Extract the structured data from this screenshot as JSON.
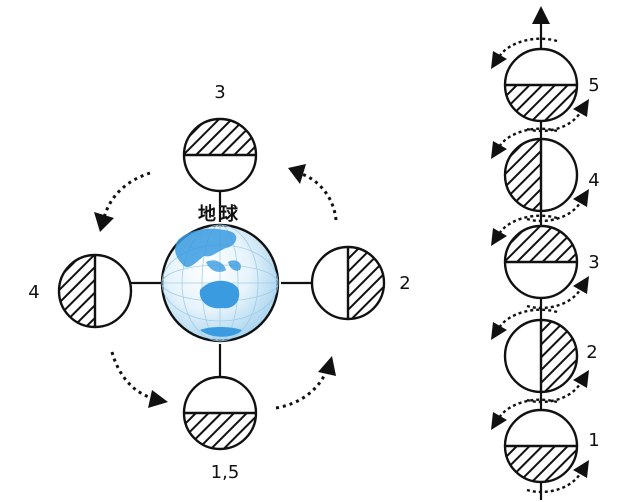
{
  "earth_label": "地球",
  "left_orbit": {
    "moons": [
      {
        "label": "3",
        "shade": "top"
      },
      {
        "label": "2",
        "shade": "right"
      },
      {
        "label": "1,5",
        "shade": "bottom"
      },
      {
        "label": "4",
        "shade": "left"
      }
    ]
  },
  "right_column": {
    "moons": [
      {
        "label": "5",
        "shade": "bottom"
      },
      {
        "label": "4",
        "shade": "left"
      },
      {
        "label": "3",
        "shade": "top"
      },
      {
        "label": "2",
        "shade": "right"
      },
      {
        "label": "1",
        "shade": "bottom"
      }
    ]
  },
  "colors": {
    "ocean": "#3a9be0",
    "land": "#8fd0f5",
    "line": "#111111"
  }
}
